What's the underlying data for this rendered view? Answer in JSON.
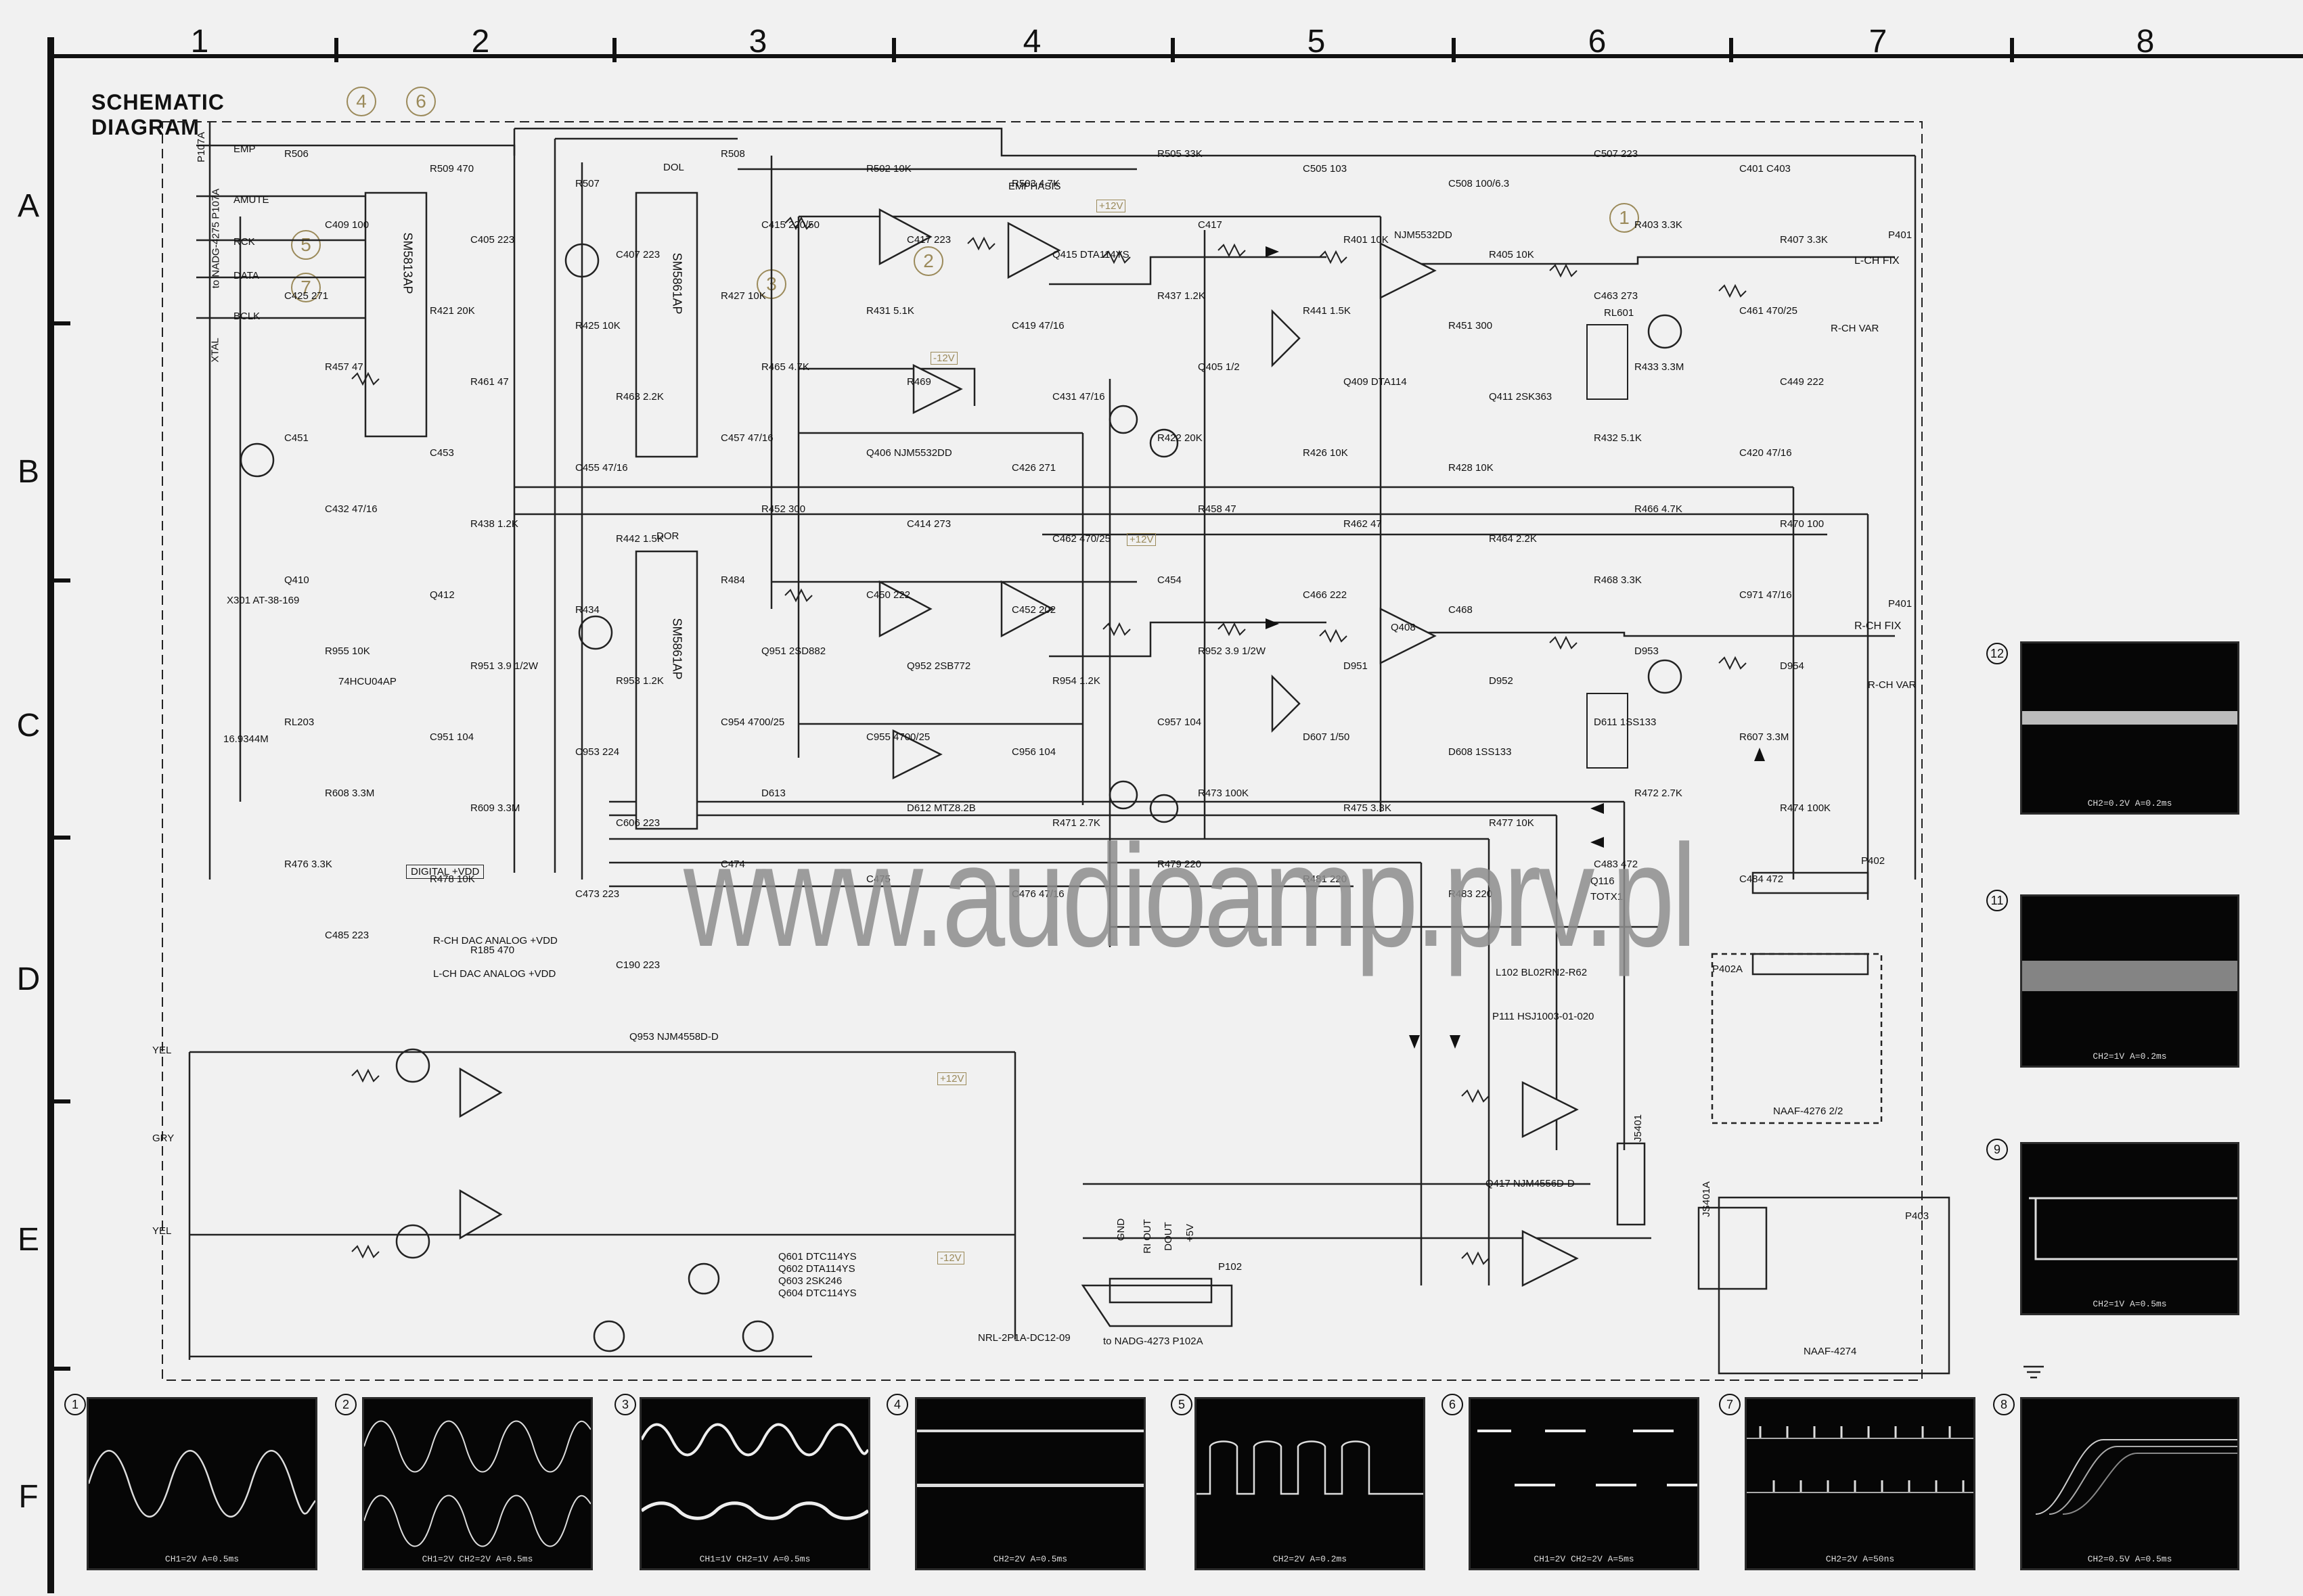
{
  "title": "SCHEMATIC DIAGRAM",
  "columns": [
    "1",
    "2",
    "3",
    "4",
    "5",
    "6",
    "7",
    "8"
  ],
  "rows": [
    "A",
    "B",
    "C",
    "D",
    "E",
    "F"
  ],
  "watermark": "www.audioamp.prv.pl",
  "callouts": [
    "4",
    "6",
    "5",
    "7",
    "3",
    "2",
    "1"
  ],
  "ic_labels": {
    "u501": "SM5813AP",
    "u401": "SM5861AP",
    "u402": "SM5861AP",
    "q302": "74HCU04AP"
  },
  "connector_labels": {
    "p107": "P107A",
    "to_nadg": "to NADG-4275 P107A",
    "amute": "AMUTE",
    "rck": "RCK",
    "data": "DATA",
    "bclk": "BCLK",
    "emp": "EMP",
    "emphasis": "EMPHASIS",
    "dol": "DOL",
    "dor": "DOR",
    "xtal": "XTAL",
    "p401_l": "P401",
    "lch_fix": "L-CH FIX",
    "rch_var_a": "R-CH VAR",
    "p401_r": "P401",
    "rch_fix": "R-CH FIX",
    "rch_var_c": "R-CH VAR",
    "p402": "P402",
    "p402a": "P402A",
    "naaf_4276": "NAAF-4276 2/2",
    "naaf_4274": "NAAF-4274",
    "p403": "P403",
    "j401": "J5401",
    "js401a": "JS401A",
    "p102": "P102",
    "to_p102a": "to NADG-4273 P102A",
    "digital_vdd": "DIGITAL +VDD",
    "rch_dac": "R-CH DAC ANALOG +VDD",
    "lch_dac": "L-CH DAC ANALOG +VDD",
    "p12v_a": "+12V",
    "m12v_a": "-12V",
    "p12v_b": "+12V",
    "m12v_b": "-12V",
    "p12v_c": "+12V",
    "gnd": "GND",
    "ri_out": "RI OUT",
    "dout": "DOUT",
    "p5v": "+5V",
    "yel_a": "YEL",
    "gry": "GRY",
    "yel_b": "YEL",
    "totx": "TOTX1",
    "q116": "Q116",
    "rl601": "RL601",
    "rl601_spec": "NRL-2P1A-DC12-09",
    "xtal_freq": "16.9344M",
    "x301": "X301 AT-38-169",
    "q407": "NJM5532DD",
    "q408": "Q408",
    "q417": "Q417 NJM4556D-D",
    "q953": "Q953 NJM4558D-D",
    "q601": "Q601 DTC114YS",
    "q602": "Q602 DTA114YS",
    "q603": "Q603 2SK246",
    "q604": "Q604 DTC114YS",
    "p111": "P111 HSJ1003-01-020",
    "l102": "L102 BL02RN2-R62"
  },
  "components": [
    "R506",
    "R509 470",
    "R507",
    "R508",
    "R502 10K",
    "R503 4.7K",
    "R505 33K",
    "C505 103",
    "C508 100/6.3",
    "C507 223",
    "C401 C403",
    "C409 100",
    "C405 223",
    "C407 223",
    "C415 220/50",
    "C417 223",
    "Q415 DTA114YS",
    "C417",
    "R401 10K",
    "R405 10K",
    "R403 3.3K",
    "R407 3.3K",
    "C425 271",
    "R421 20K",
    "R425 10K",
    "R427 10K",
    "R431 5.1K",
    "C419 47/16",
    "R437 1.2K",
    "R441 1.5K",
    "R451 300",
    "C463 273",
    "C461 470/25",
    "R457 47",
    "R461 47",
    "R463 2.2K",
    "R465 4.7K",
    "R469",
    "C431 47/16",
    "Q405 1/2",
    "Q409 DTA114",
    "Q411 2SK363",
    "R433 3.3M",
    "C449 222",
    "C451",
    "C453",
    "C455 47/16",
    "C457 47/16",
    "Q406 NJM5532DD",
    "C426 271",
    "R422 20K",
    "R426 10K",
    "R428 10K",
    "R432 5.1K",
    "C420 47/16",
    "C432 47/16",
    "R438 1.2K",
    "R442 1.5K",
    "R452 300",
    "C414 273",
    "C462 470/25",
    "R458 47",
    "R462 47",
    "R464 2.2K",
    "R466 4.7K",
    "R470 100",
    "Q410",
    "Q412",
    "R434",
    "R484",
    "C450 222",
    "C452 202",
    "C454",
    "C466 222",
    "C468",
    "R468 3.3K",
    "C971 47/16",
    "R955 10K",
    "R951 3.9 1/2W",
    "R953 1.2K",
    "Q951 2SD882",
    "Q952 2SB772",
    "R954 1.2K",
    "R952 3.9 1/2W",
    "D951",
    "D952",
    "D953",
    "D954",
    "RL203",
    "C951 104",
    "C953 224",
    "C954 4700/25",
    "C955 4700/25",
    "C956 104",
    "C957 104",
    "D607 1/50",
    "D608 1SS133",
    "D611 1SS133",
    "R607 3.3M",
    "R608 3.3M",
    "R609 3.3M",
    "C606 223",
    "D613",
    "D612 MTZ8.2B",
    "R471 2.7K",
    "R473 100K",
    "R475 3.3K",
    "R477 10K",
    "R472 2.7K",
    "R474 100K",
    "R476 3.3K",
    "R478 10K",
    "C473 223",
    "C474",
    "C475",
    "C476 47/16",
    "R479 220",
    "R481 220",
    "R483 220",
    "C483 472",
    "C484 472",
    "C485 223",
    "R185 470",
    "C190 223"
  ],
  "scopes": [
    {
      "id": "12",
      "caption": "CH2=0.2V   A=0.2ms"
    },
    {
      "id": "11",
      "caption": "CH2=1V   A=0.2ms"
    },
    {
      "id": "9",
      "caption": "CH2=1V   A=0.5ms"
    },
    {
      "id": "1",
      "caption": "CH1=2V      A=0.5ms"
    },
    {
      "id": "2",
      "caption": "CH1=2V  CH2=2V   A=0.5ms"
    },
    {
      "id": "3",
      "caption": "CH1=1V   CH2=1V   A=0.5ms"
    },
    {
      "id": "4",
      "caption": "CH2=2V      A=0.5ms"
    },
    {
      "id": "5",
      "caption": "CH2=2V      A=0.2ms"
    },
    {
      "id": "6",
      "caption": "CH1=2V  CH2=2V   A=5ms"
    },
    {
      "id": "7",
      "caption": "CH2=2V   A=50ns"
    },
    {
      "id": "8",
      "caption": "CH2=0.5V   A=0.5ms"
    }
  ]
}
